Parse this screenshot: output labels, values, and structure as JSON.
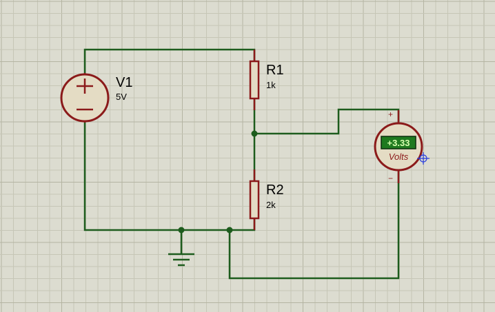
{
  "canvas": {
    "background": "#dcdcd0",
    "grid_minor": "#c6c6b6",
    "grid_major": "#b4b4a2",
    "wire_color": "#1d5c1d",
    "component_color": "#8b1a1a",
    "component_fill": "#e4dcc4",
    "lcd_background": "#1f7a1f"
  },
  "components": {
    "v1": {
      "name": "V1",
      "value": "5V",
      "plus_symbol": "+",
      "minus_symbol": "−"
    },
    "r1": {
      "name": "R1",
      "value": "1k"
    },
    "r2": {
      "name": "R2",
      "value": "2k"
    },
    "voltmeter": {
      "reading": "+3.33",
      "unit": "Volts",
      "plus_pin": "+",
      "minus_pin": "−"
    },
    "ground": {
      "icon": "ground-icon"
    }
  }
}
